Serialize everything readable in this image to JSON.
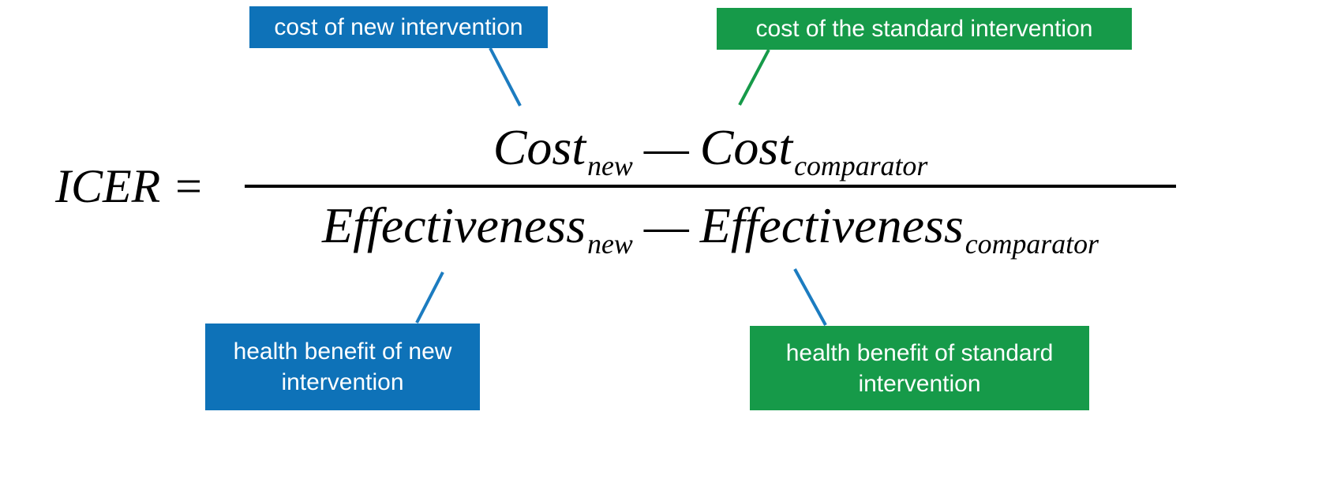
{
  "colors": {
    "blue": "#0e72b8",
    "green": "#169a49",
    "connector_blue": "#1c7cc0",
    "connector_green": "#169a49",
    "label_text": "#ffffff",
    "formula_text": "#000000",
    "background": "#ffffff"
  },
  "callouts": {
    "top_left": {
      "label": "cost of new intervention"
    },
    "top_right": {
      "label": "cost of the standard intervention"
    },
    "bottom_left": {
      "label": "health benefit of new intervention"
    },
    "bottom_right": {
      "label": "health benefit of standard intervention"
    }
  },
  "formula": {
    "lhs": "ICER =",
    "numerator": {
      "term1": "Cost",
      "term1_sub": "new",
      "operator": "—",
      "term2": "Cost",
      "term2_sub": "comparator"
    },
    "denominator": {
      "term1": "Effectiveness",
      "term1_sub": "new",
      "operator": "—",
      "term2": "Effectiveness",
      "term2_sub": "comparator"
    }
  }
}
